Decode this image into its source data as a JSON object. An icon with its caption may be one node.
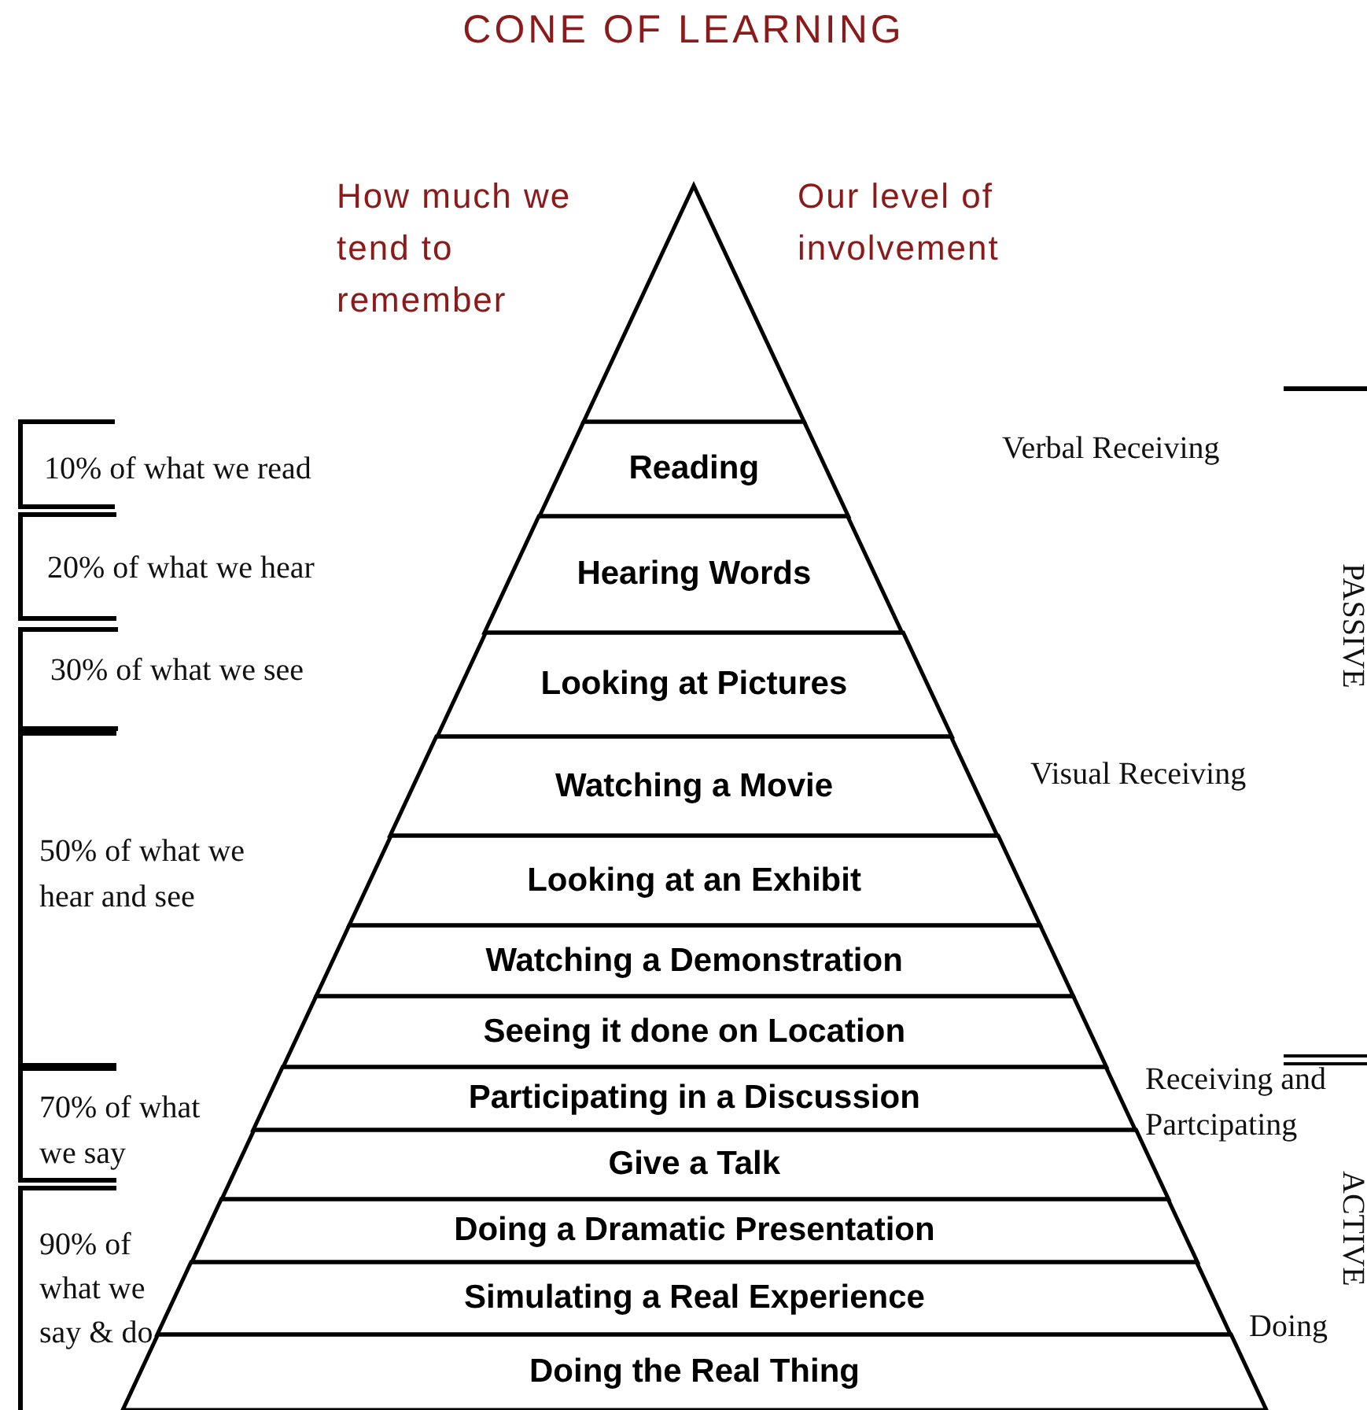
{
  "diagram": {
    "title": "CONE OF LEARNING",
    "nodes": [
      {
        "text": [
          "Reading"
        ]
      },
      {
        "text": [
          "Hearing Words"
        ]
      },
      {
        "text": [
          "Looking at Pictures"
        ]
      },
      {
        "text": [
          "Watching a Movie"
        ]
      },
      {
        "text": [
          "Looking at an Exhibit"
        ]
      },
      {
        "text": [
          "Watching a Demonstration"
        ]
      },
      {
        "text": [
          "Seeing it done on Location"
        ]
      },
      {
        "text": [
          "Participating in a Discussion"
        ]
      },
      {
        "text": [
          "Give a Talk"
        ]
      },
      {
        "text": [
          "Doing a Dramatic Presentation"
        ]
      },
      {
        "text": [
          "Simulating a Real Experience"
        ]
      },
      {
        "text": [
          "Doing the Real Thing"
        ]
      }
    ],
    "labels": [
      "How much we tend to remember",
      "Our level of involvement",
      "10% of what we read",
      "Verbal Receiving",
      "20% of what we hear",
      "PASSIVE",
      "30% of what we see",
      "Visual Receiving",
      "50% of what we hear and see",
      "Receiving and Partcipating",
      "70% of what we say",
      "ACTIVE",
      "90% of what we say & do",
      "Doing"
    ]
  }
}
